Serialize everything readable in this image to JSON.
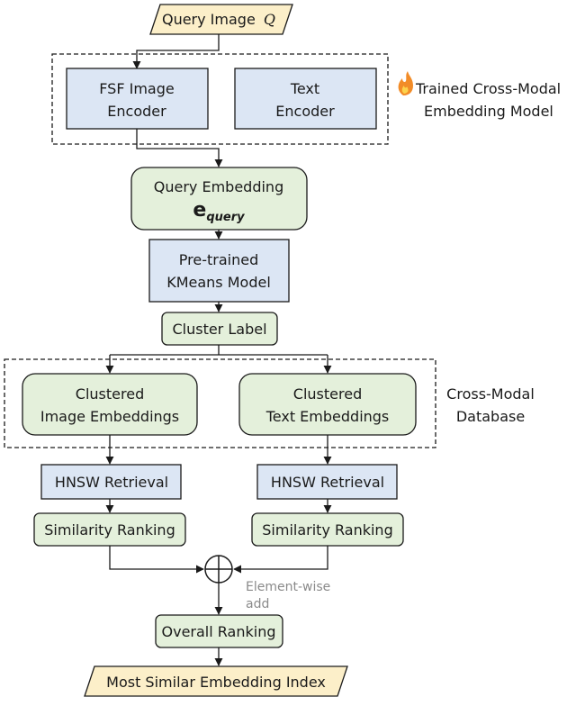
{
  "input": {
    "query_image_label": "Query Image",
    "query_image_symbol": "Q"
  },
  "model_group": {
    "caption_line1": "Trained Cross-Modal",
    "caption_line2": "Embedding Model",
    "caption_icon": "fire-icon",
    "image_encoder_line1": "FSF Image",
    "image_encoder_line2": "Encoder",
    "text_encoder_line1": "Text",
    "text_encoder_line2": "Encoder"
  },
  "query_embedding": {
    "label": "Query Embedding",
    "symbol_base": "e",
    "symbol_subscript": "query"
  },
  "kmeans": {
    "line1": "Pre-trained",
    "line2": "KMeans Model"
  },
  "cluster_label": "Cluster Label",
  "database_group": {
    "caption_line1": "Cross-Modal",
    "caption_line2": "Database",
    "image_emb_line1": "Clustered",
    "image_emb_line2": "Image Embeddings",
    "text_emb_line1": "Clustered",
    "text_emb_line2": "Text Embeddings"
  },
  "retrieval": {
    "left_label": "HNSW Retrieval",
    "right_label": "HNSW Retrieval"
  },
  "ranking": {
    "left_label": "Similarity Ranking",
    "right_label": "Similarity Ranking"
  },
  "combine": {
    "caption_line1": "Element-wise",
    "caption_line2": "add"
  },
  "overall_ranking": "Overall Ranking",
  "output": {
    "label": "Most Similar Embedding Index"
  },
  "colors": {
    "yellow_fill": "#FCEFC9",
    "blue_fill": "#DCE6F4",
    "green_fill": "#E4F0DB",
    "stroke": "#1a1a1a",
    "dashed_border": "#1a1a1a",
    "caption_gray": "#8a8a8a",
    "fire_orange": "#F28C28"
  }
}
